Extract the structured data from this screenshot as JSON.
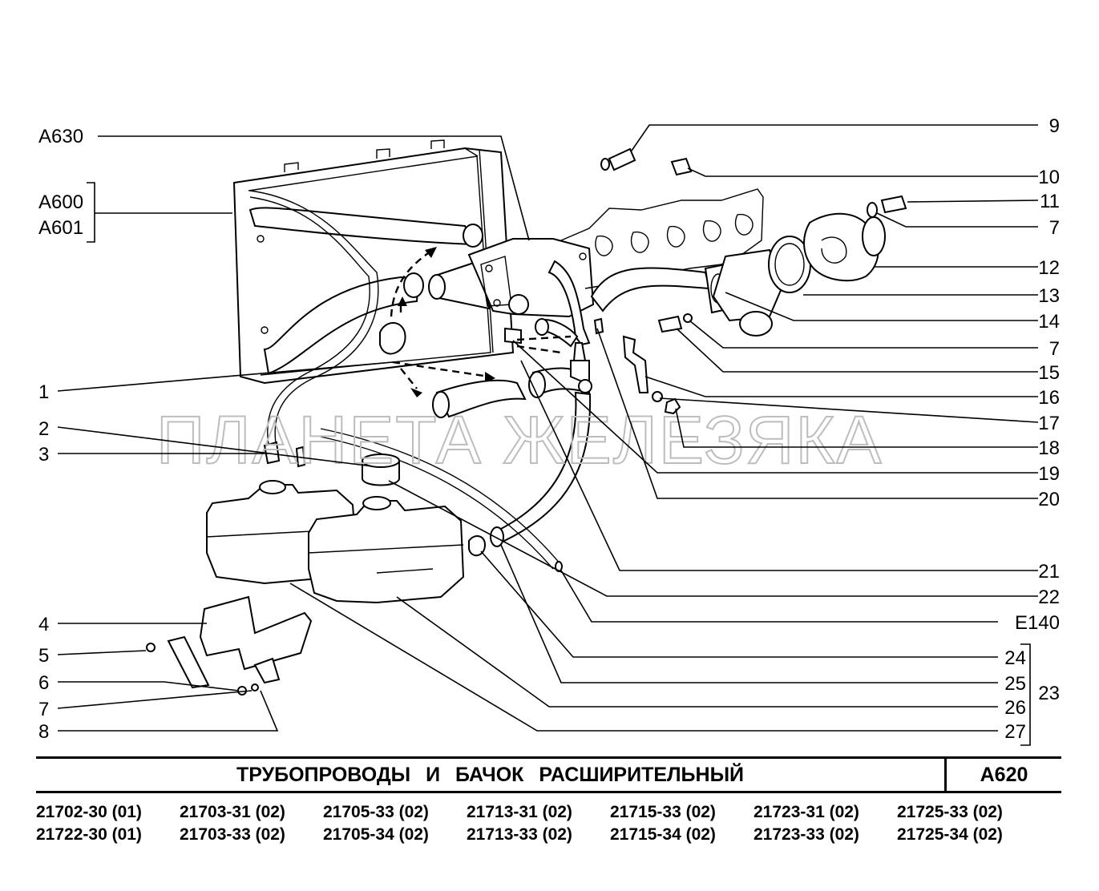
{
  "callouts_left": [
    {
      "id": "a630",
      "text": "А630"
    },
    {
      "id": "a600",
      "text": "А600"
    },
    {
      "id": "a601",
      "text": "А601"
    },
    {
      "id": "n1",
      "text": "1"
    },
    {
      "id": "n2",
      "text": "2"
    },
    {
      "id": "n3",
      "text": "3"
    },
    {
      "id": "n4",
      "text": "4"
    },
    {
      "id": "n5",
      "text": "5"
    },
    {
      "id": "n6",
      "text": "6"
    },
    {
      "id": "n7",
      "text": "7"
    },
    {
      "id": "n8",
      "text": "8"
    }
  ],
  "callouts_right": [
    {
      "id": "r9",
      "text": "9"
    },
    {
      "id": "r10",
      "text": "10"
    },
    {
      "id": "r11",
      "text": "11"
    },
    {
      "id": "r7a",
      "text": "7"
    },
    {
      "id": "r12",
      "text": "12"
    },
    {
      "id": "r13",
      "text": "13"
    },
    {
      "id": "r14",
      "text": "14"
    },
    {
      "id": "r7b",
      "text": "7"
    },
    {
      "id": "r15",
      "text": "15"
    },
    {
      "id": "r16",
      "text": "16"
    },
    {
      "id": "r17",
      "text": "17"
    },
    {
      "id": "r18",
      "text": "18"
    },
    {
      "id": "r19",
      "text": "19"
    },
    {
      "id": "r20",
      "text": "20"
    },
    {
      "id": "r21",
      "text": "21"
    },
    {
      "id": "r22",
      "text": "22"
    },
    {
      "id": "e140",
      "text": "Е140"
    },
    {
      "id": "r24",
      "text": "24"
    },
    {
      "id": "r25",
      "text": "25"
    },
    {
      "id": "r26",
      "text": "26"
    },
    {
      "id": "r27",
      "text": "27"
    },
    {
      "id": "r23",
      "text": "23"
    }
  ],
  "watermark": "ПЛАНЕТА ЖЕЛЕЗЯКА",
  "title": "ТРУБОПРОВОДЫ И БАЧОК РАСШИРИТЕЛЬНЫЙ",
  "code": "А620",
  "models": [
    [
      "21702-30 (01)",
      "21703-31 (02)",
      "21705-33 (02)",
      "21713-31 (02)",
      "21715-33 (02)",
      "21723-31 (02)",
      "21725-33 (02)"
    ],
    [
      "21722-30 (01)",
      "21703-33 (02)",
      "21705-34 (02)",
      "21713-33 (02)",
      "21715-34 (02)",
      "21723-33 (02)",
      "21725-34 (02)"
    ]
  ]
}
